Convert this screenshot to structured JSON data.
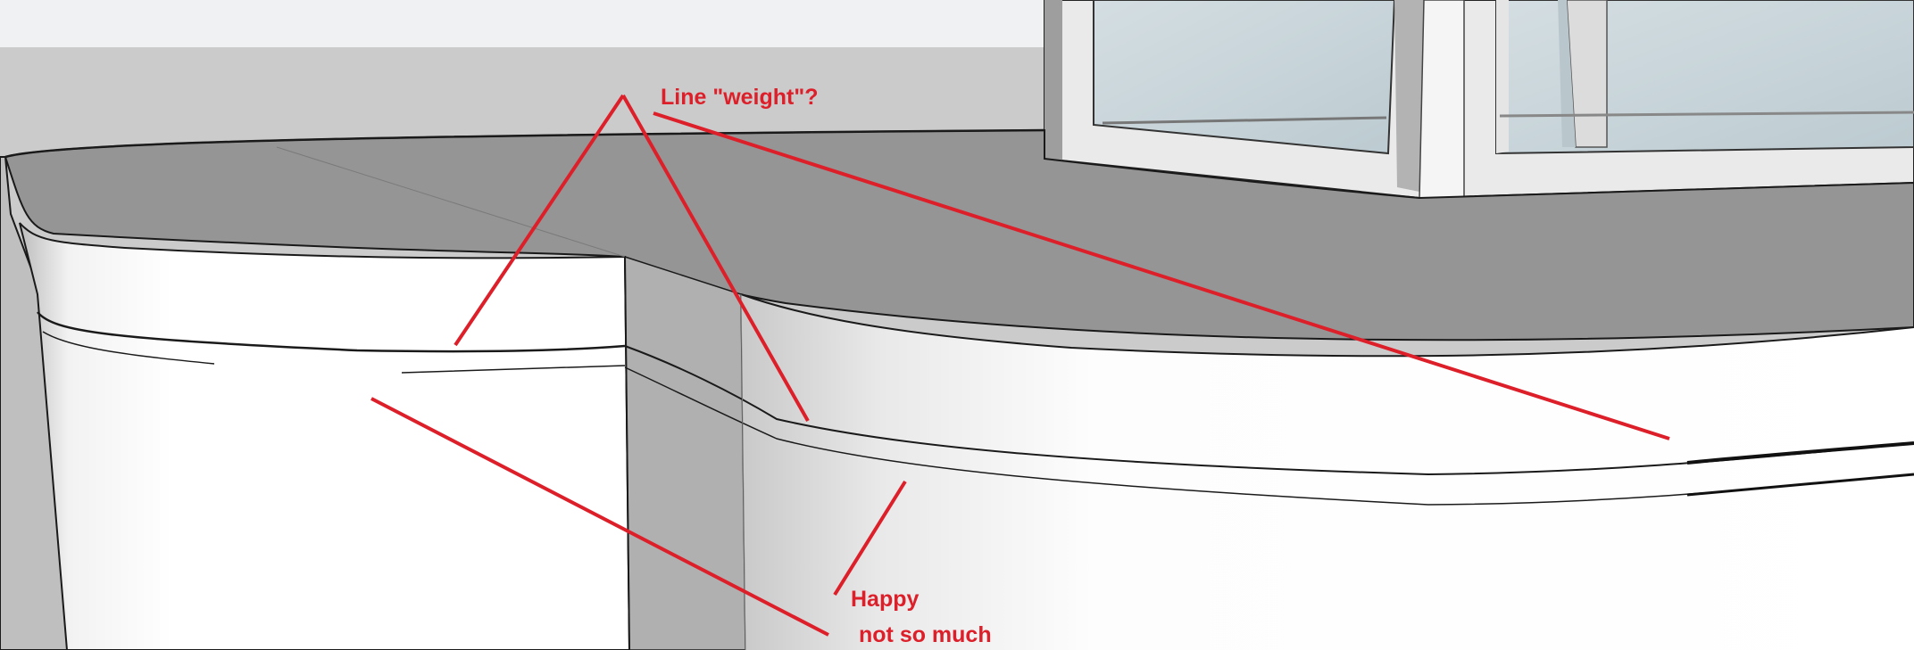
{
  "viewport": {
    "name": "3D model viewport"
  },
  "annotations": {
    "line_weight_label": "Line \"weight\"?",
    "happy_label": "Happy",
    "not_so_much_label": "not so much"
  },
  "colors": {
    "annotation": "#dd1f2a",
    "sky": "#f0f1f2",
    "background_wall": "#cbcbcb",
    "countertop": "#959595",
    "cabinet_face": "#ffffff",
    "cabinet_shadow": "#b0b0b0",
    "window_glass": "#c6d3d9",
    "edge_line": "#1a1a1a"
  }
}
